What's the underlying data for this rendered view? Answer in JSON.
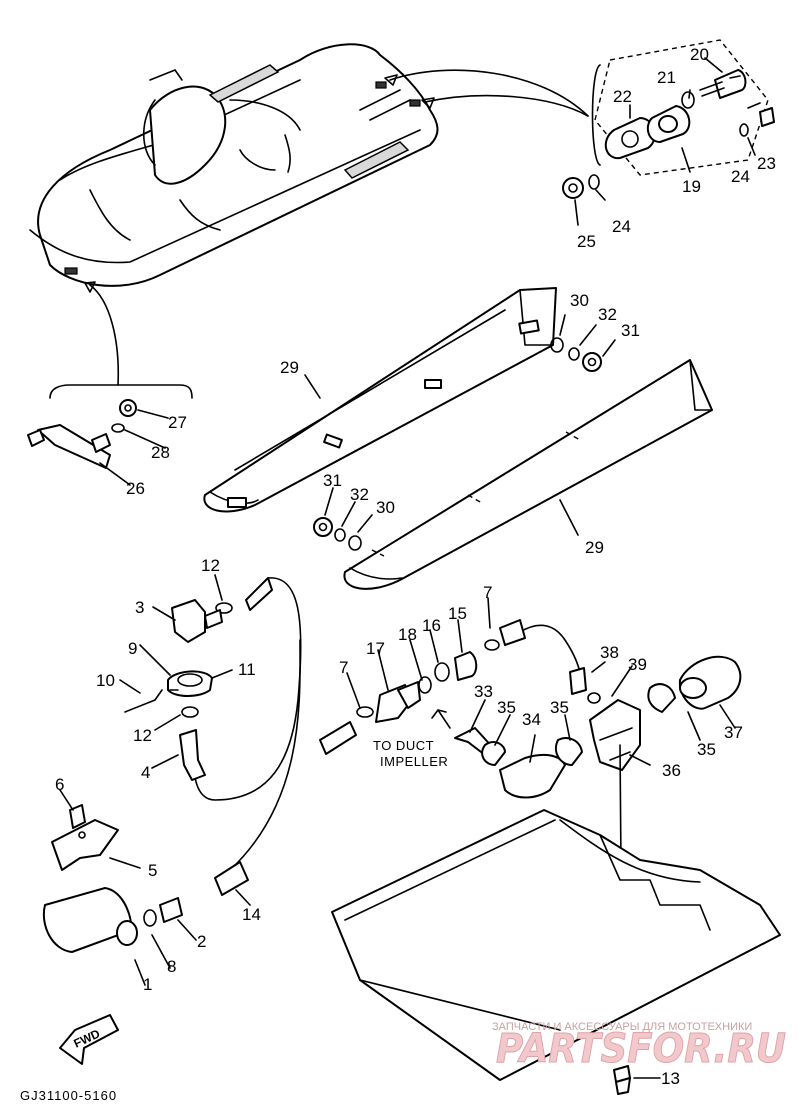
{
  "callouts": [
    {
      "id": "c20",
      "text": "20"
    },
    {
      "id": "c21",
      "text": "21"
    },
    {
      "id": "c22",
      "text": "22"
    },
    {
      "id": "c23",
      "text": "23"
    },
    {
      "id": "c24a",
      "text": "24"
    },
    {
      "id": "c19",
      "text": "19"
    },
    {
      "id": "c24b",
      "text": "24"
    },
    {
      "id": "c25",
      "text": "25"
    },
    {
      "id": "c30a",
      "text": "30"
    },
    {
      "id": "c32a",
      "text": "32"
    },
    {
      "id": "c31a",
      "text": "31"
    },
    {
      "id": "c29a",
      "text": "29"
    },
    {
      "id": "c27",
      "text": "27"
    },
    {
      "id": "c28",
      "text": "28"
    },
    {
      "id": "c26",
      "text": "26"
    },
    {
      "id": "c31b",
      "text": "31"
    },
    {
      "id": "c32b",
      "text": "32"
    },
    {
      "id": "c30b",
      "text": "30"
    },
    {
      "id": "c29b",
      "text": "29"
    },
    {
      "id": "c12a",
      "text": "12"
    },
    {
      "id": "c3",
      "text": "3"
    },
    {
      "id": "c9",
      "text": "9"
    },
    {
      "id": "c11",
      "text": "11"
    },
    {
      "id": "c10",
      "text": "10"
    },
    {
      "id": "c12b",
      "text": "12"
    },
    {
      "id": "c4",
      "text": "4"
    },
    {
      "id": "c6",
      "text": "6"
    },
    {
      "id": "c5",
      "text": "5"
    },
    {
      "id": "c1",
      "text": "1"
    },
    {
      "id": "c8",
      "text": "8"
    },
    {
      "id": "c2",
      "text": "2"
    },
    {
      "id": "c14",
      "text": "14"
    },
    {
      "id": "c7a",
      "text": "7"
    },
    {
      "id": "c17",
      "text": "17"
    },
    {
      "id": "c18",
      "text": "18"
    },
    {
      "id": "c16",
      "text": "16"
    },
    {
      "id": "c15",
      "text": "15"
    },
    {
      "id": "c7b",
      "text": "7"
    },
    {
      "id": "c33",
      "text": "33"
    },
    {
      "id": "c35a",
      "text": "35"
    },
    {
      "id": "c34",
      "text": "34"
    },
    {
      "id": "c35b",
      "text": "35"
    },
    {
      "id": "c38",
      "text": "38"
    },
    {
      "id": "c39",
      "text": "39"
    },
    {
      "id": "c35c",
      "text": "35"
    },
    {
      "id": "c37",
      "text": "37"
    },
    {
      "id": "c36",
      "text": "36"
    },
    {
      "id": "c13",
      "text": "13"
    }
  ],
  "notes": {
    "to_duct_line1": "TO DUCT",
    "to_duct_line2": "IMPELLER",
    "fwd": "FWD",
    "diagram_code": "GJ31100-5160"
  },
  "watermark": {
    "tagline": "ЗАПЧАСТИ И АКСЕССУАРЫ ДЛЯ МОТОТЕХНИКИ",
    "brand": "PARTSFOR.RU"
  },
  "colors": {
    "line": "#000000",
    "watermark": "#e6a7ad"
  }
}
